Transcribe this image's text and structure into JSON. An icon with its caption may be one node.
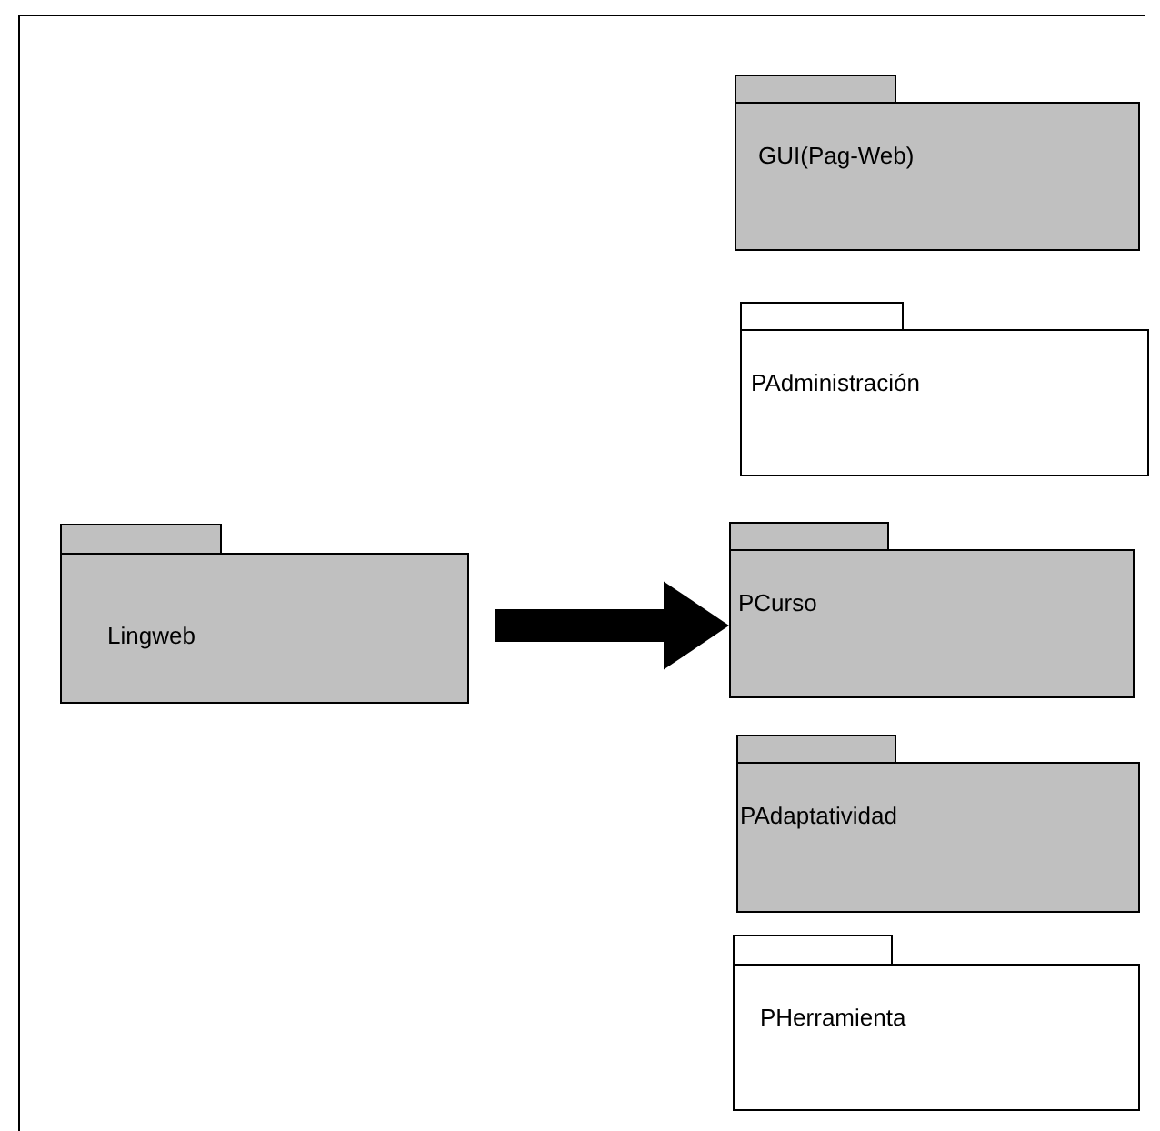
{
  "diagram": {
    "nodes": [
      {
        "text": [
          "Lingweb"
        ]
      },
      {
        "text": [
          "GUI(Pag-Web)"
        ]
      },
      {
        "text": [
          "PAdministración"
        ]
      },
      {
        "text": [
          "PCurso"
        ]
      },
      {
        "text": [
          "PAdaptatividad"
        ]
      },
      {
        "text": [
          "PHerramienta"
        ]
      }
    ],
    "edges": [
      {
        "from": 0,
        "to": 3,
        "arrow": "to"
      }
    ]
  }
}
